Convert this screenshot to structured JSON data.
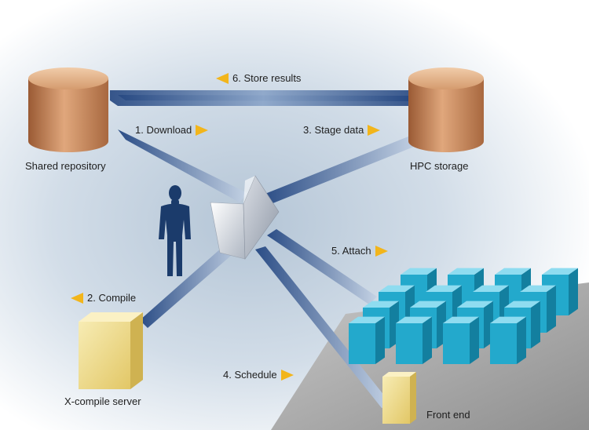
{
  "nodes": {
    "shared_repository": "Shared repository",
    "hpc_storage": "HPC storage",
    "xcompile_server": "X-compile server",
    "front_end": "Front end"
  },
  "steps": {
    "download": "1. Download",
    "compile": "2. Compile",
    "stage_data": "3. Stage data",
    "schedule": "4. Schedule",
    "attach": "5. Attach",
    "store_results": "6. Store results"
  },
  "icons": {
    "step_arrow": "yellow-triangle-arrow",
    "database": "copper-cylinder",
    "server": "yellow-cube",
    "cluster": "cyan-server-rack",
    "user": "human-silhouette",
    "hub": "folded-panel"
  },
  "colors": {
    "background_glow": "#b9c9d8",
    "connector_dark": "#2c4d86",
    "cylinder": "#cf8e60",
    "server": "#f0dc8a",
    "cluster_block": "#1fa3c6",
    "platform": "#aaaaaa",
    "arrow": "#f2b51b",
    "person": "#1a3a68"
  }
}
